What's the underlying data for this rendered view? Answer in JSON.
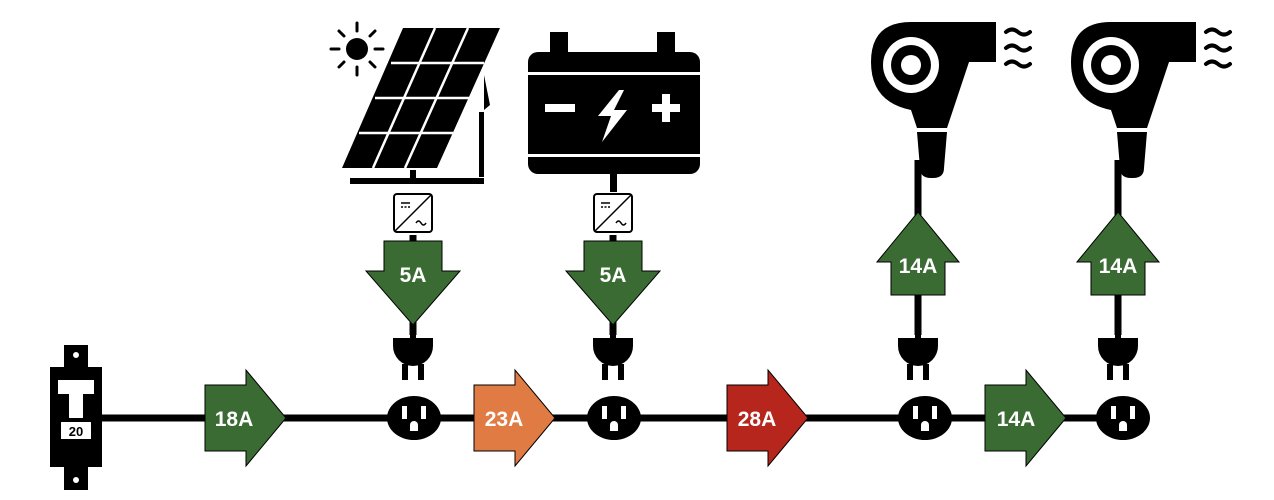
{
  "breaker": {
    "rating": "20"
  },
  "colors": {
    "ok": "#3a6b33",
    "warn": "#e07b43",
    "over": "#b7261d",
    "wire": "#000000"
  },
  "icons": [
    "breaker-icon",
    "solar-panel-icon",
    "sun-icon",
    "battery-icon",
    "inverter-icon",
    "plug-icon",
    "outlet-icon",
    "hair-dryer-icon"
  ],
  "flows": [
    {
      "id": "main-1",
      "label": "18A",
      "status": "ok"
    },
    {
      "id": "main-2",
      "label": "23A",
      "status": "warn"
    },
    {
      "id": "main-3",
      "label": "28A",
      "status": "over"
    },
    {
      "id": "main-4",
      "label": "14A",
      "status": "ok"
    },
    {
      "id": "solar",
      "label": "5A",
      "status": "ok"
    },
    {
      "id": "battery",
      "label": "5A",
      "status": "ok"
    },
    {
      "id": "dryer-1",
      "label": "14A",
      "status": "ok"
    },
    {
      "id": "dryer-2",
      "label": "14A",
      "status": "ok"
    }
  ]
}
